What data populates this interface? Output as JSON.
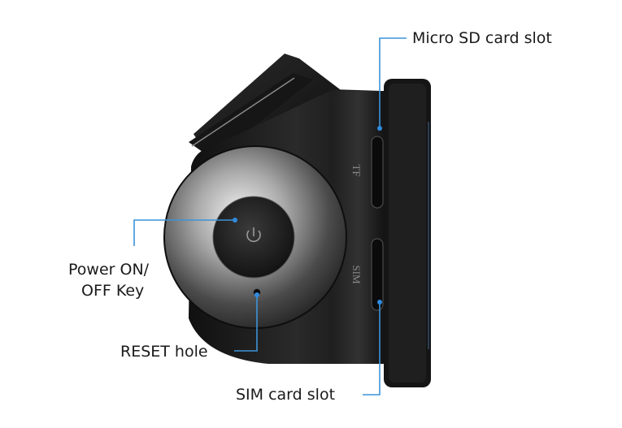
{
  "labels": {
    "micro_sd": "Micro SD card slot",
    "power_line1": "Power ON/",
    "power_line2": "OFF Key",
    "reset": "RESET hole",
    "sim": "SIM card slot"
  },
  "device_marks": {
    "tf": "TF",
    "sim": "SIM"
  },
  "colors": {
    "callout_line": "#3d93d8",
    "callout_dot": "#2f8be0",
    "device_body": "#1b1b1b",
    "label_text": "#1a1a1a"
  }
}
